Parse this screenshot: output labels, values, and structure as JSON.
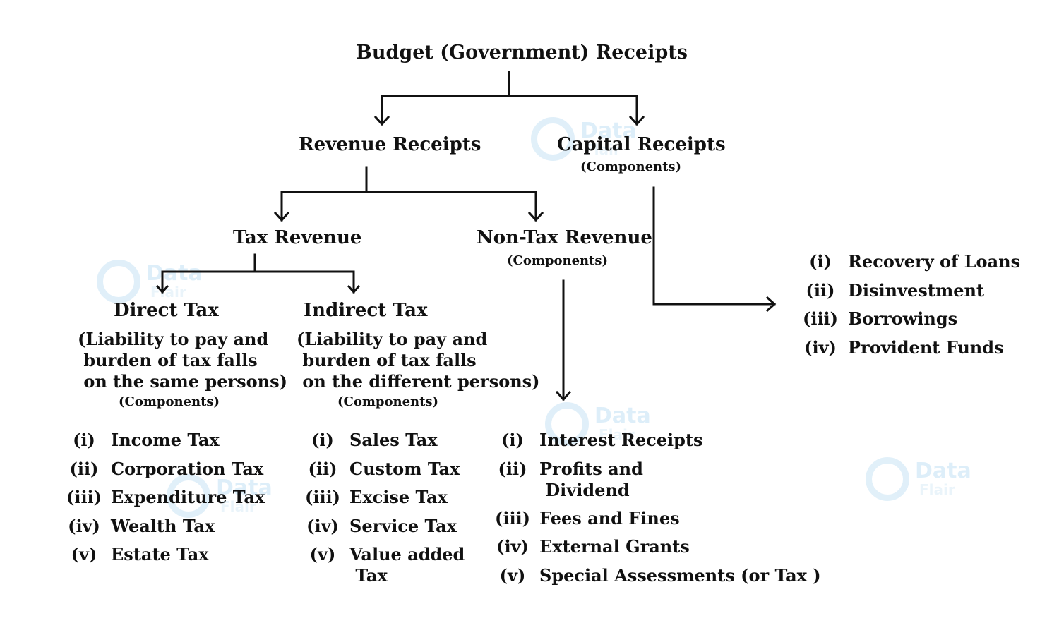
{
  "root": "Budget (Government) Receipts",
  "revenue_receipts": "Revenue Receipts",
  "capital_receipts": {
    "title": "Capital Receipts",
    "sub": "(Components)"
  },
  "tax_revenue": "Tax Revenue",
  "non_tax_revenue": {
    "title": "Non-Tax Revenue",
    "sub": "(Components)"
  },
  "direct_tax": {
    "title": "Direct Tax",
    "desc": "(Liability to pay and\n burden of tax falls\n on the same persons)",
    "sub": "(Components)",
    "items": [
      {
        "num": "(i)",
        "label": "Income Tax"
      },
      {
        "num": "(ii)",
        "label": "Corporation Tax"
      },
      {
        "num": "(iii)",
        "label": "Expenditure Tax"
      },
      {
        "num": "(iv)",
        "label": "Wealth Tax"
      },
      {
        "num": "(v)",
        "label": "Estate Tax"
      }
    ]
  },
  "indirect_tax": {
    "title": "Indirect Tax",
    "desc": "(Liability to pay and\n burden of tax falls\n on the different persons)",
    "sub": "(Components)",
    "items": [
      {
        "num": "(i)",
        "label": "Sales Tax"
      },
      {
        "num": "(ii)",
        "label": "Custom Tax"
      },
      {
        "num": "(iii)",
        "label": "Excise Tax"
      },
      {
        "num": "(iv)",
        "label": "Service Tax"
      },
      {
        "num": "(v)",
        "label": "Value added\n Tax"
      }
    ]
  },
  "non_tax_items": [
    {
      "num": "(i)",
      "label": "Interest Receipts"
    },
    {
      "num": "(ii)",
      "label": "Profits and\n Dividend"
    },
    {
      "num": "(iii)",
      "label": "Fees and Fines"
    },
    {
      "num": "(iv)",
      "label": "External Grants"
    },
    {
      "num": "(v)",
      "label": "Special Assessments (or Tax )"
    }
  ],
  "capital_items": [
    {
      "num": "(i)",
      "label": "Recovery of Loans"
    },
    {
      "num": "(ii)",
      "label": "Disinvestment"
    },
    {
      "num": "(iii)",
      "label": "Borrowings"
    },
    {
      "num": "(iv)",
      "label": "Provident Funds"
    }
  ],
  "watermark": {
    "word1": "Data",
    "word2": "Flair"
  },
  "colors": {
    "line": "#111111",
    "watermark": "#a9d4ee"
  }
}
